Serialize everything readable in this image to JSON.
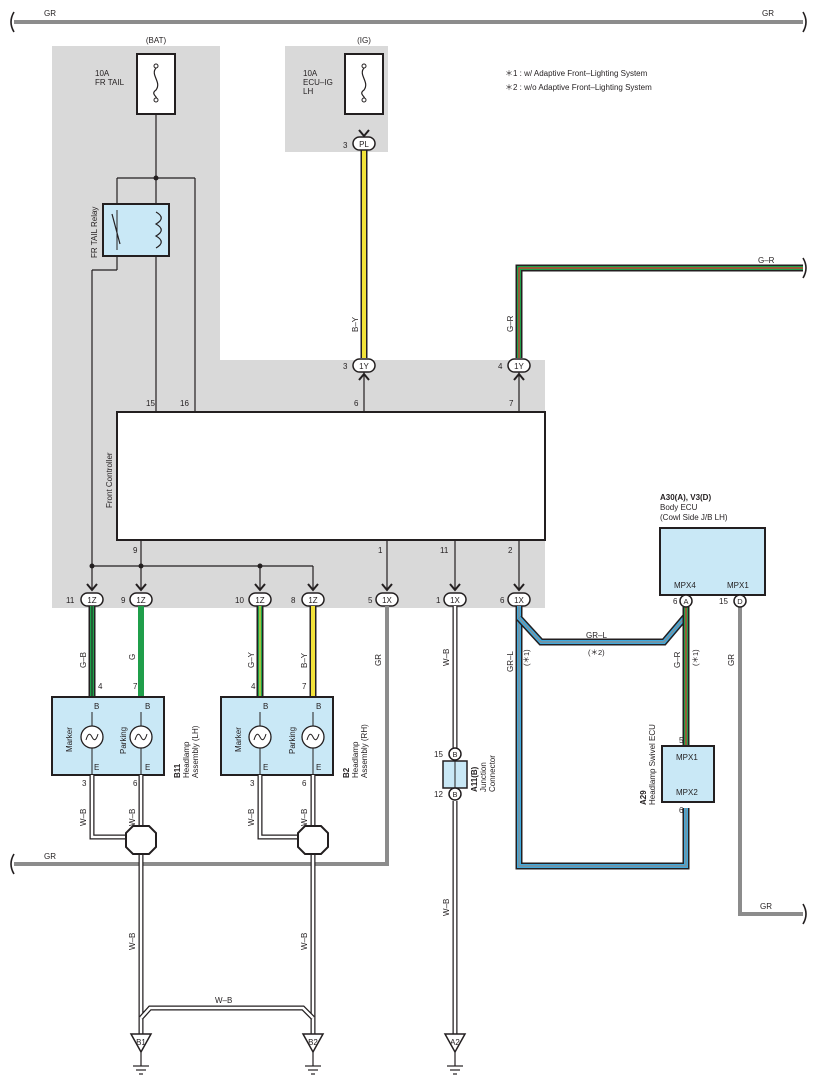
{
  "notes": {
    "note1": "＊1 : w/ Adaptive Front–Lighting System",
    "note2": "＊2 : w/o Adaptive Front–Lighting System"
  },
  "wire_colors": {
    "GR": "#8c8c8c",
    "G": "#1f9e4a",
    "B": "#231f20",
    "W": "#ffffff",
    "Y": "#f2e23a",
    "R": "#e5322d",
    "L": "#3fa9dd",
    "panel": "#d9d9d9",
    "component": "#c9e8f6"
  },
  "power": {
    "bat_label": "(BAT)",
    "ig_label": "(IG)",
    "fuse_fr_tail_amp": "10A",
    "fuse_fr_tail_name": "FR TAIL",
    "fuse_ecu_ig_amp": "10A",
    "fuse_ecu_ig_name1": "ECU–IG",
    "fuse_ecu_ig_name2": "LH"
  },
  "relay": {
    "name": "FR TAIL Relay"
  },
  "front_controller": {
    "name": "Front Controller",
    "pins": {
      "p15": "15",
      "p16": "16",
      "p6": "6",
      "p7": "7",
      "p9": "9",
      "p1": "1",
      "p11": "11",
      "p2": "2"
    }
  },
  "connectors": {
    "pl": {
      "code": "PL",
      "pin": "3"
    },
    "y1a": {
      "code": "1Y",
      "pin": "3"
    },
    "y1b": {
      "code": "1Y",
      "pin": "4"
    },
    "z1a": {
      "code": "1Z",
      "pin": "11"
    },
    "z1b": {
      "code": "1Z",
      "pin": "9"
    },
    "z1c": {
      "code": "1Z",
      "pin": "10"
    },
    "z1d": {
      "code": "1Z",
      "pin": "8"
    },
    "x1a": {
      "code": "1X",
      "pin": "5"
    },
    "x1b": {
      "code": "1X",
      "pin": "1"
    },
    "x1c": {
      "code": "1X",
      "pin": "6"
    },
    "bodyA": {
      "code": "A",
      "pin": "6"
    },
    "bodyD": {
      "code": "D",
      "pin": "15"
    },
    "jcB15": {
      "code": "B",
      "pin": "15"
    },
    "jcB12": {
      "code": "B",
      "pin": "12"
    }
  },
  "wire_labels": {
    "top_gr_left": "GR",
    "top_gr_right": "GR",
    "by_upper": "B–Y",
    "gr_upper": "G–R",
    "gr_right": "G–R",
    "gb": "G–B",
    "g": "G",
    "gy": "G–Y",
    "by_lower": "B–Y",
    "gr_x5": "GR",
    "wb_x1": "W–B",
    "wb_jc": "W–B",
    "grl_vert": "GR–L",
    "grl_horiz": "GR–L",
    "note_mark1": "(＊1)",
    "note_mark2": "(＊2)",
    "note_mark1b": "(＊1)",
    "gr_swivel": "G–R",
    "gr_body_d": "GR",
    "gr_bottom_right": "GR",
    "gr_mid_left": "GR",
    "wb_lh3": "W–B",
    "wb_lh6": "W–B",
    "wb_rh3": "W–B",
    "wb_rh6": "W–B",
    "wb_lh_low": "W–B",
    "wb_rh_low": "W–B",
    "wb_cross": "W–B"
  },
  "headlamp_lh": {
    "code": "B11",
    "name1": "Headlamp",
    "name2": "Assembly (LH)",
    "marker": "Marker",
    "parking": "Parking",
    "b1": "B",
    "b2": "B",
    "e1": "E",
    "e2": "E",
    "pin4": "4",
    "pin7": "7",
    "pin3": "3",
    "pin6": "6"
  },
  "headlamp_rh": {
    "code": "B2",
    "name1": "Headlamp",
    "name2": "Assembly (RH)",
    "marker": "Marker",
    "parking": "Parking",
    "b1": "B",
    "b2": "B",
    "e1": "E",
    "e2": "E",
    "pin4": "4",
    "pin7": "7",
    "pin3": "3",
    "pin6": "6"
  },
  "junction": {
    "code": "A11(B)",
    "name1": "Junction",
    "name2": "Connector"
  },
  "body_ecu": {
    "code": "A30(A), V3(D)",
    "name1": "Body ECU",
    "name2": "(Cowl Side J/B LH)",
    "mpx4": "MPX4",
    "mpx1": "MPX1"
  },
  "swivel_ecu": {
    "code": "A29",
    "name": "Headlamp Swivel ECU",
    "mpx1": "MPX1",
    "mpx2": "MPX2",
    "pin5": "5",
    "pin6": "6"
  },
  "grounds": {
    "b1": "B1",
    "b2": "B2",
    "a2": "A2"
  }
}
